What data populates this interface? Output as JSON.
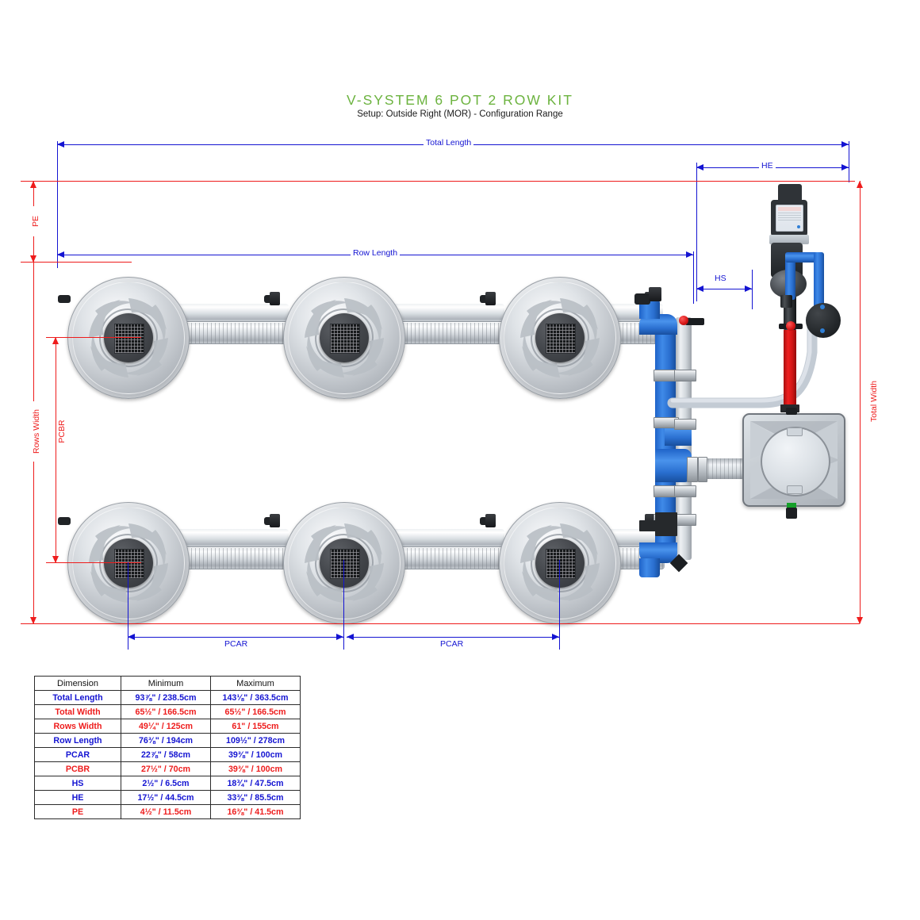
{
  "header": {
    "title": "V-SYSTEM 6 POT 2 ROW KIT",
    "subtitle": "Setup: Outside Right (MOR) - Configuration Range",
    "title_color": "#6cb33f"
  },
  "colors": {
    "blue": "#1414d2",
    "red": "#ee1c1c",
    "green": "#6cb33f"
  },
  "dimensions_on_diagram": {
    "total_length": "Total Length",
    "row_length": "Row Length",
    "he": "HE",
    "hs": "HS",
    "pe": "PE",
    "rows_width": "Rows Width",
    "pcbr": "PCBR",
    "total_width": "Total Width",
    "pcar_left": "PCAR",
    "pcar_right": "PCAR"
  },
  "layout": {
    "pot_count": 6,
    "row_count": 2,
    "pots_per_row": 3
  },
  "table": {
    "headers": [
      "Dimension",
      "Minimum",
      "Maximum"
    ],
    "rows": [
      {
        "name": "Total Length",
        "color": "blue",
        "min": "93⅞\" / 238.5cm",
        "max": "143⅛\" / 363.5cm"
      },
      {
        "name": "Total Width",
        "color": "red",
        "min": "65½\" / 166.5cm",
        "max": "65½\" / 166.5cm"
      },
      {
        "name": "Rows Width",
        "color": "red",
        "min": "49¼\" / 125cm",
        "max": "61\" / 155cm"
      },
      {
        "name": "Row Length",
        "color": "blue",
        "min": "76⅜\" / 194cm",
        "max": "109½\" / 278cm"
      },
      {
        "name": "PCAR",
        "color": "blue",
        "min": "22⅞\" / 58cm",
        "max": "39⅜\" / 100cm"
      },
      {
        "name": "PCBR",
        "color": "red",
        "min": "27½\" / 70cm",
        "max": "39⅜\" / 100cm"
      },
      {
        "name": "HS",
        "color": "blue",
        "min": "2½\" / 6.5cm",
        "max": "18¾\" / 47.5cm"
      },
      {
        "name": "HE",
        "color": "blue",
        "min": "17½\" / 44.5cm",
        "max": "33⅜\" / 85.5cm"
      },
      {
        "name": "PE",
        "color": "red",
        "min": "4½\" / 11.5cm",
        "max": "16⅜\" / 41.5cm"
      }
    ]
  }
}
